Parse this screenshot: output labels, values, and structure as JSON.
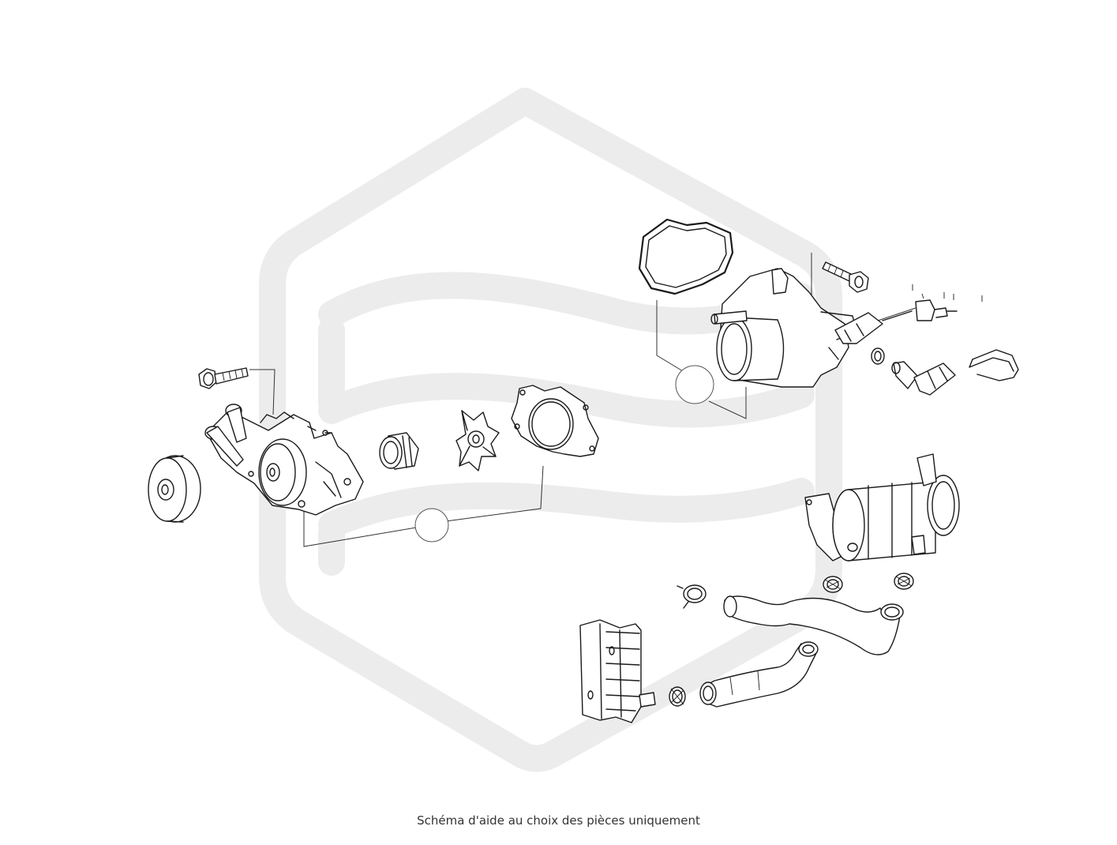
{
  "caption": "Schéma d'aide au choix des pièces uniquement",
  "watermark": {
    "color": "#ececec"
  },
  "line_color": "#1a1a1a",
  "parts": [
    {
      "name": "idler-pulley"
    },
    {
      "name": "water-pump-bolt"
    },
    {
      "name": "water-pump"
    },
    {
      "name": "pump-seal-ring"
    },
    {
      "name": "pump-impeller"
    },
    {
      "name": "pump-gasket"
    },
    {
      "name": "thermostat-gasket"
    },
    {
      "name": "thermostat-housing"
    },
    {
      "name": "housing-bolt"
    },
    {
      "name": "temperature-sensor"
    },
    {
      "name": "sensor-plug"
    },
    {
      "name": "o-ring"
    },
    {
      "name": "sensor-connector"
    },
    {
      "name": "retaining-clip"
    },
    {
      "name": "egr-cooler"
    },
    {
      "name": "hose-clamp"
    },
    {
      "name": "coolant-hose-upper"
    },
    {
      "name": "coolant-hose-lower"
    },
    {
      "name": "oil-cooler"
    }
  ],
  "callouts": [
    {
      "name": "callout-circle-pump"
    },
    {
      "name": "callout-circle-thermostat"
    }
  ]
}
